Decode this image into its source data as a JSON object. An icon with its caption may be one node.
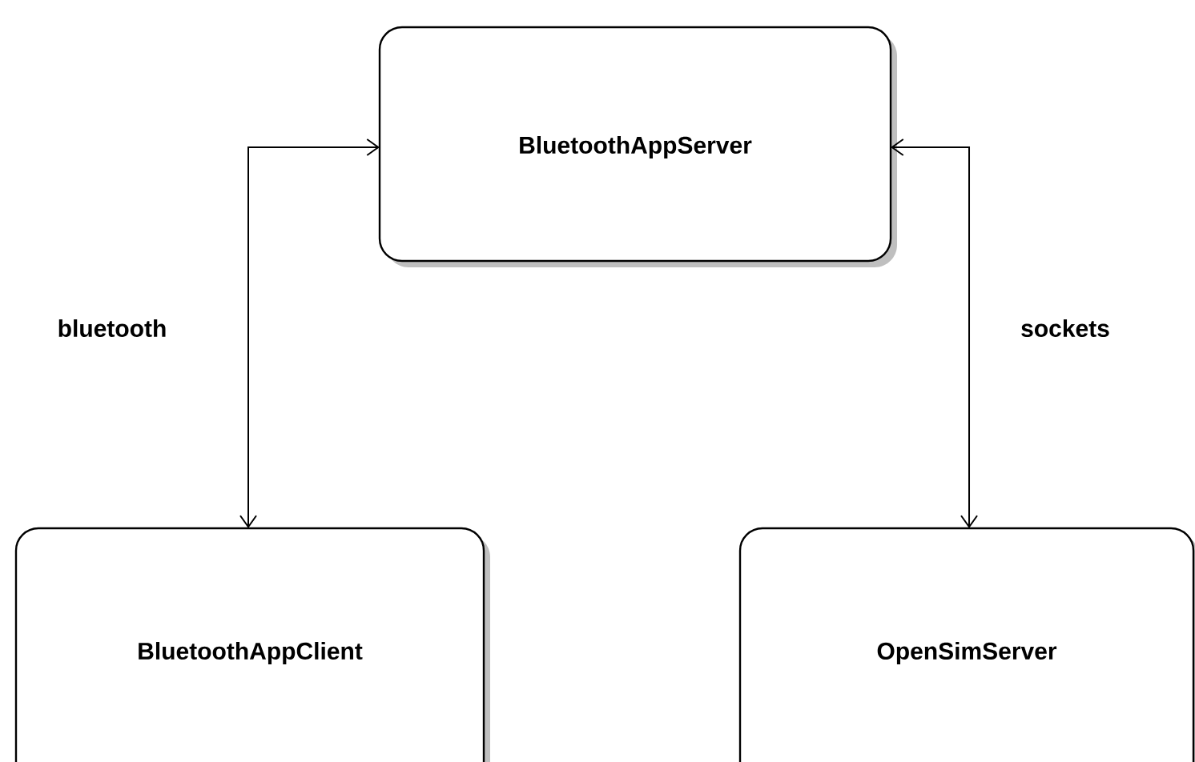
{
  "diagram": {
    "nodes": [
      {
        "text": [
          "BluetoothAppServer"
        ]
      },
      {
        "text": [
          "BluetoothAppClient"
        ]
      },
      {
        "text": [
          "OpenSimServer"
        ]
      }
    ],
    "edges": [
      {
        "from": 0,
        "to": 1,
        "arrow": "both",
        "label": "bluetooth"
      },
      {
        "from": 0,
        "to": 2,
        "arrow": "both",
        "label": "sockets"
      }
    ]
  }
}
